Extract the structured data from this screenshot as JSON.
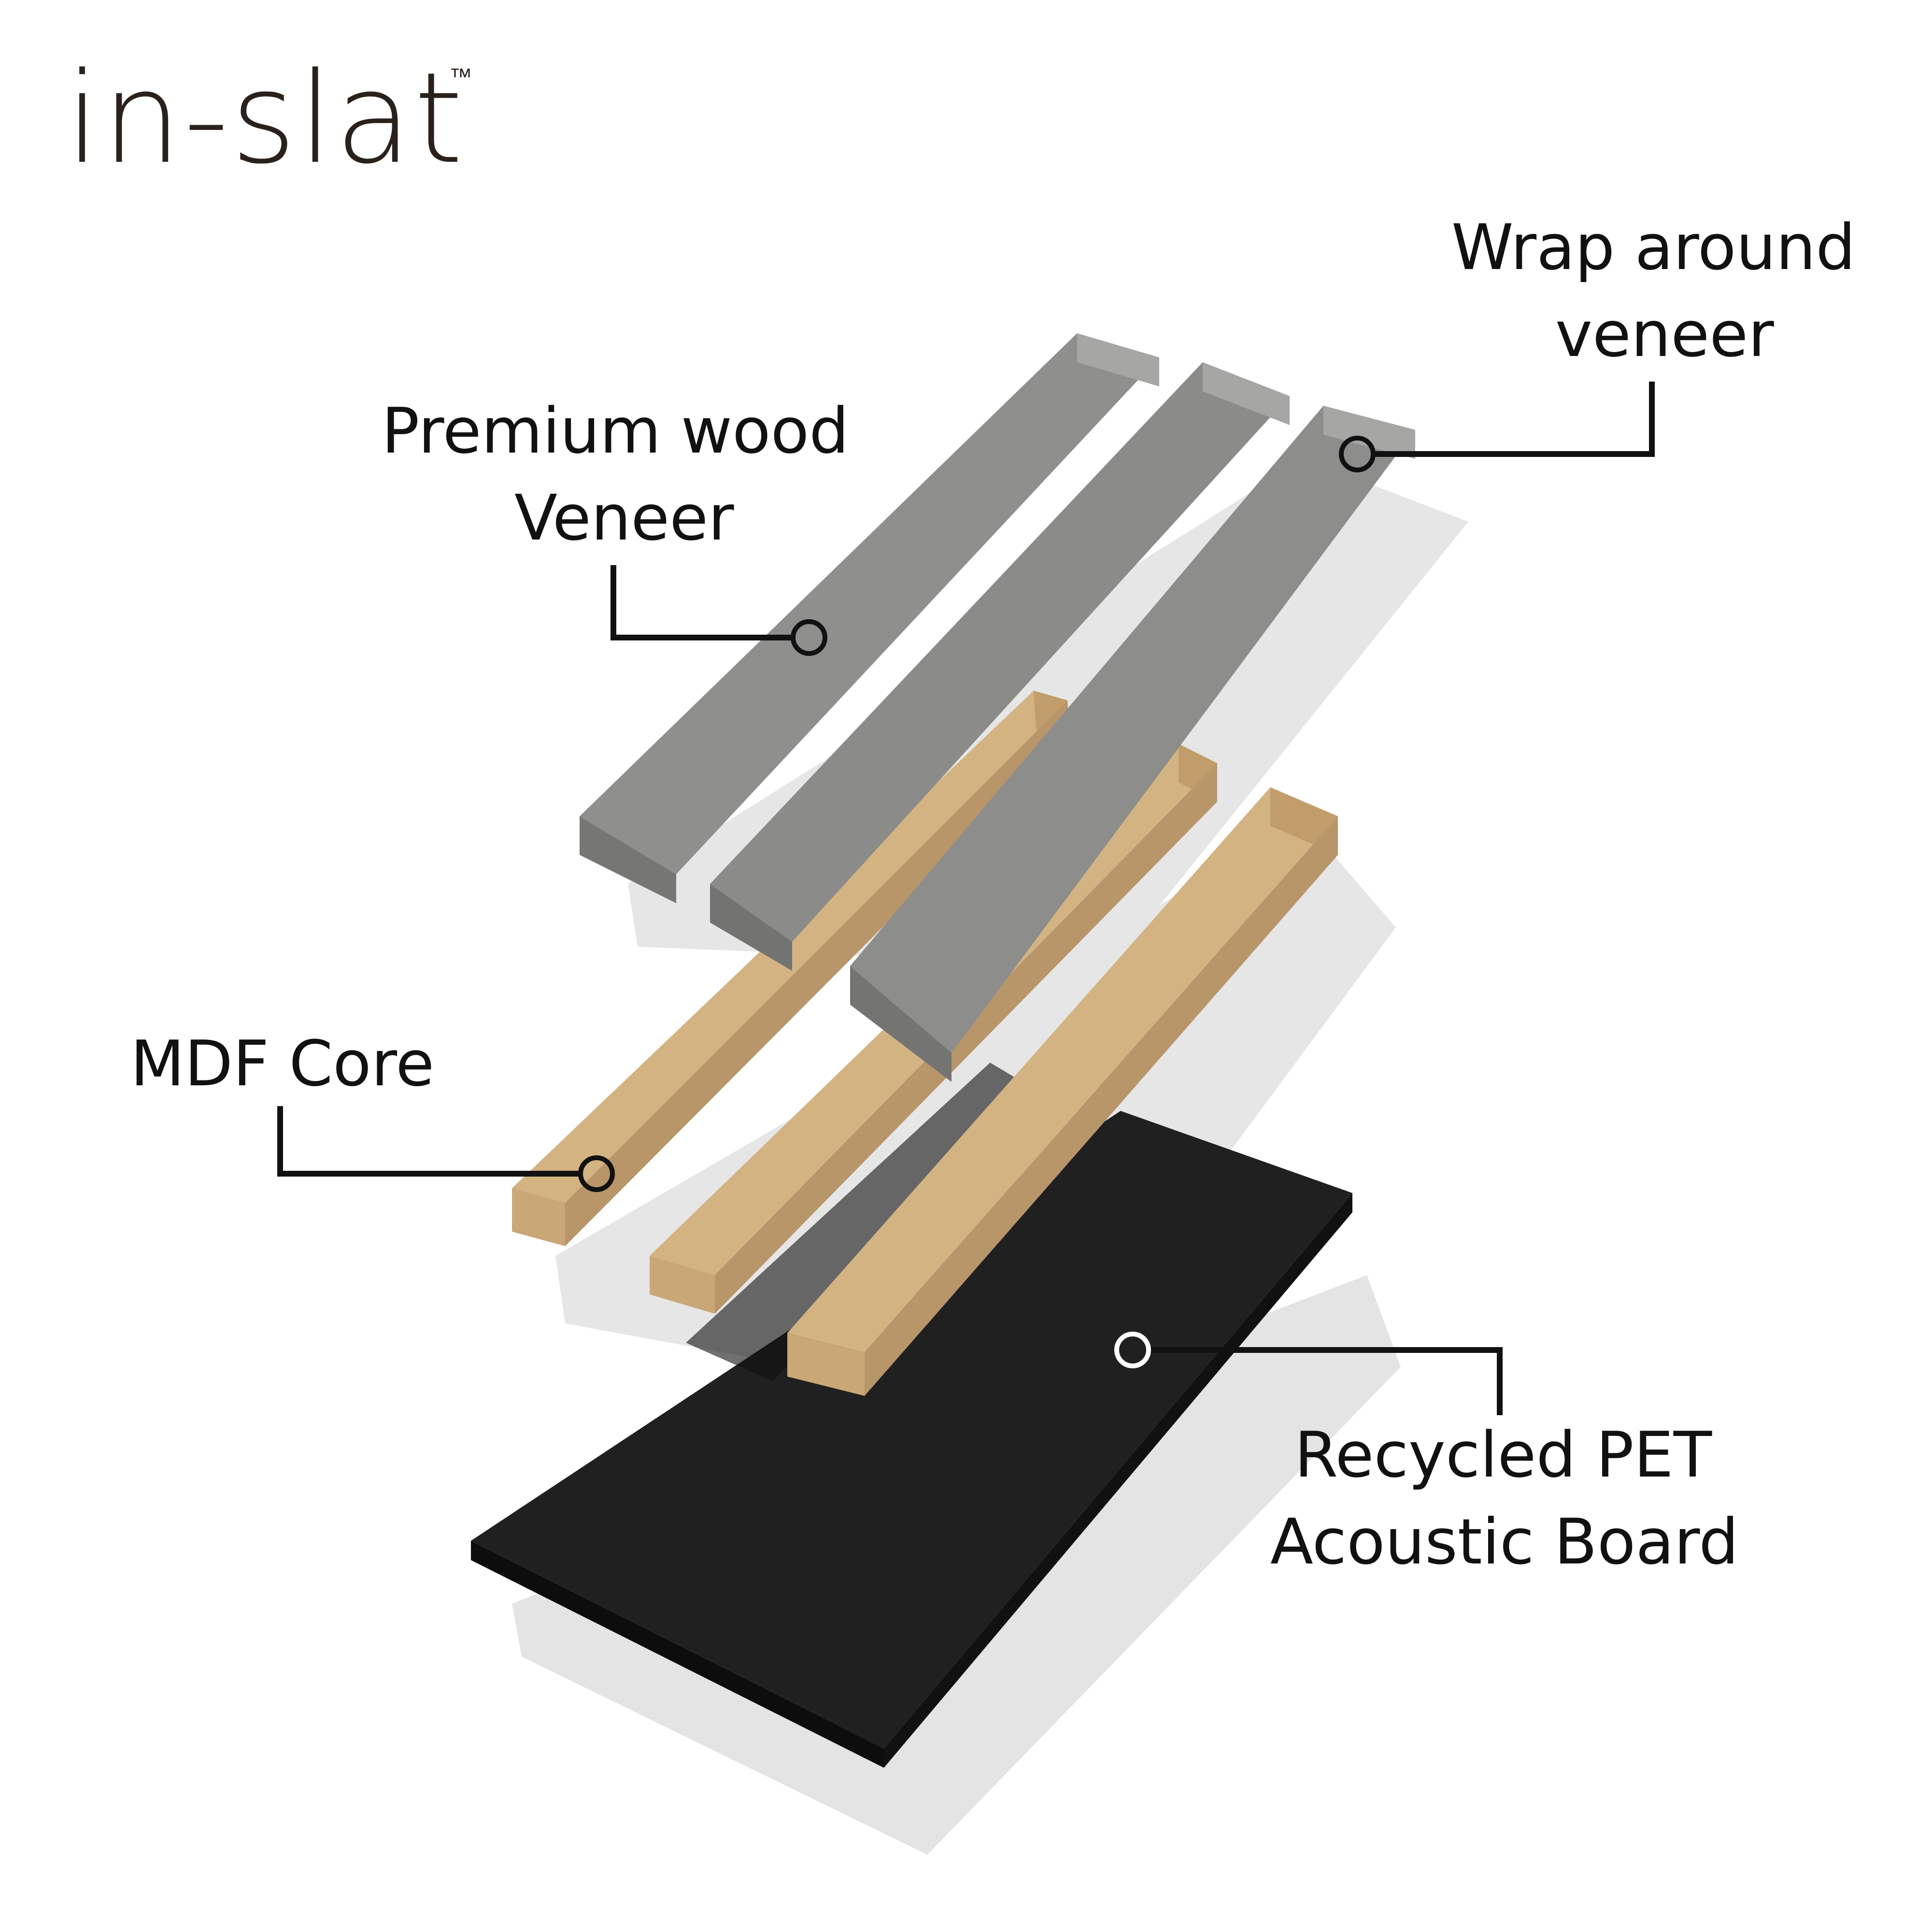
{
  "brand": {
    "name": "in-slat",
    "trademark": "™"
  },
  "labels": {
    "veneer": [
      "Premium wood",
      "Veneer"
    ],
    "wrap": [
      "Wrap around",
      "veneer"
    ],
    "mdf": [
      "MDF Core"
    ],
    "pet": [
      "Recycled PET",
      "Acoustic Board"
    ]
  },
  "colors": {
    "veneer": "#8e8e8c",
    "veneer_light": "#a6a6a4",
    "veneer_dark": "#6f6f6d",
    "mdf": "#d4b383",
    "mdf_side": "#c19d6b",
    "mdf_dark": "#a9875a",
    "board": "#1e1e1e",
    "board_side": "#0d0d0d",
    "shadow": "#e4e4e4",
    "text": "#111111",
    "brand": "#2b211c"
  }
}
